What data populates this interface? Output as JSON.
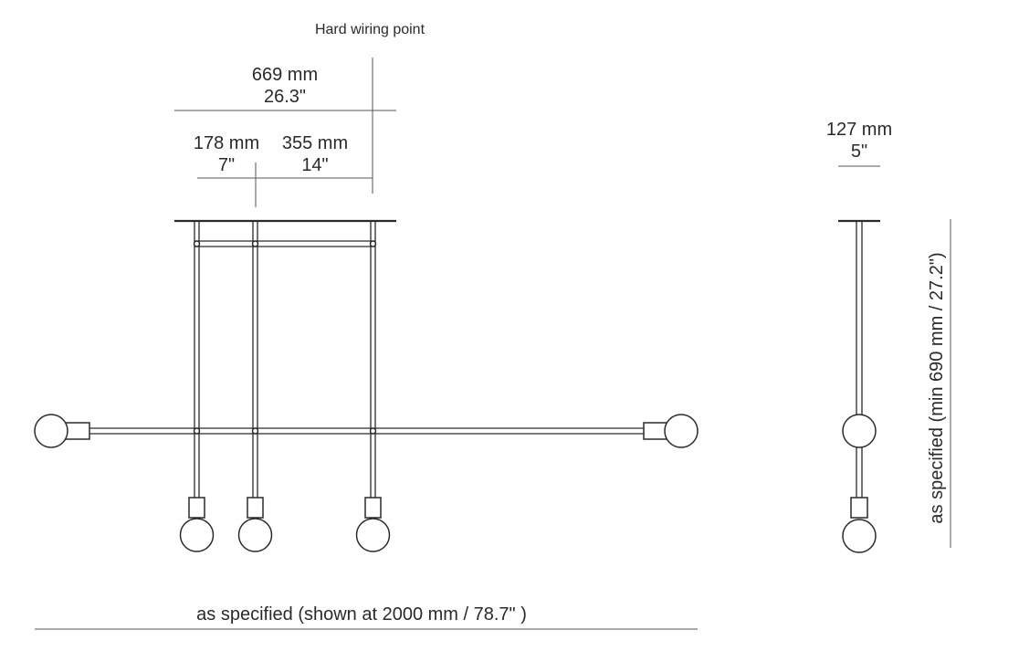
{
  "labels": {
    "hard_wiring_point": "Hard wiring point",
    "overall_width_mm": "669 mm",
    "overall_width_in": "26.3\"",
    "offset_a_mm": "178 mm",
    "offset_a_in": "7\"",
    "offset_b_mm": "355 mm",
    "offset_b_in": "14\"",
    "side_width_mm": "127 mm",
    "side_width_in": "5\"",
    "total_length": "as specified (shown at 2000 mm / 78.7\" )",
    "drop_height": "as specified (min 690 mm / 27.2\")"
  },
  "colors": {
    "line": "#2a2a2a",
    "background": "#ffffff"
  }
}
